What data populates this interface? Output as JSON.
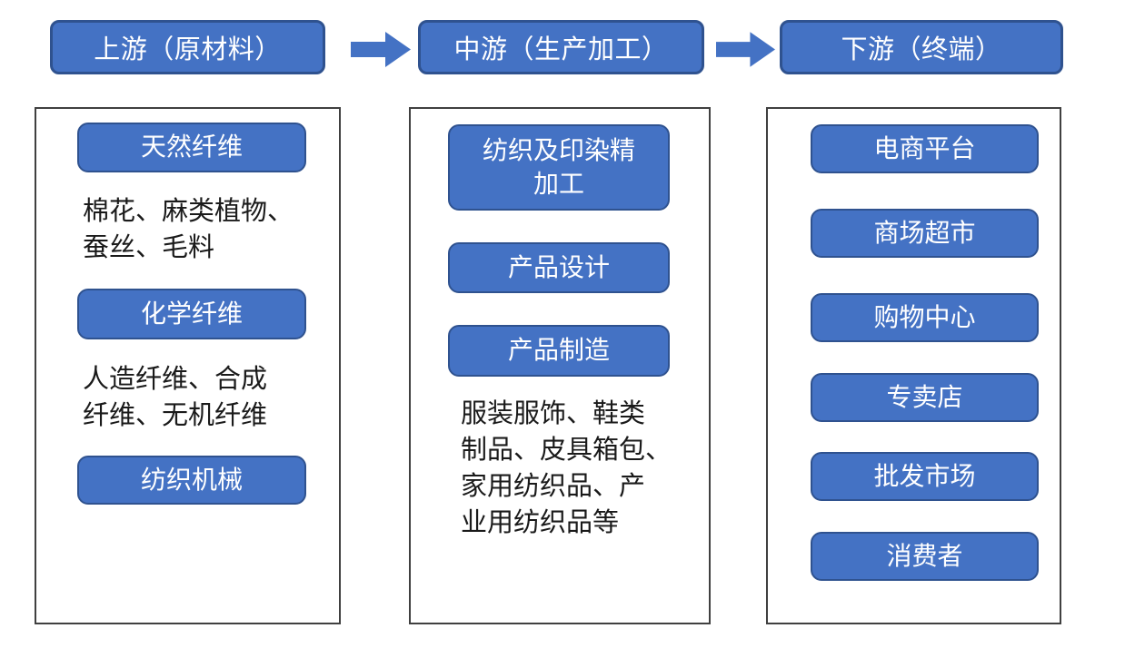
{
  "flow": {
    "stages": [
      {
        "header": "上游（原材料）",
        "nodes": {
          "natural_fibers": "天然纤维",
          "natural_fibers_desc": "棉花、麻类植物、\n蚕丝、毛料",
          "chemical_fibers": "化学纤维",
          "chemical_fibers_desc": "人造纤维、合成\n纤维、无机纤维",
          "textile_machinery": "纺织机械"
        }
      },
      {
        "header": "中游（生产加工）",
        "nodes": {
          "weaving_dyeing": "纺织及印染精\n加工",
          "product_design": "产品设计",
          "product_manufacturing": "产品制造",
          "product_manufacturing_desc": "服装服饰、鞋类\n制品、皮具箱包、\n家用纺织品、产\n业用纺织品等"
        }
      },
      {
        "header": "下游（终端）",
        "nodes": {
          "ecommerce_platform": "电商平台",
          "mall_supermarket": "商场超市",
          "shopping_center": "购物中心",
          "specialty_store": "专卖店",
          "wholesale_market": "批发市场",
          "consumer": "消费者"
        }
      }
    ],
    "colors": {
      "node_fill": "#4472C4",
      "node_border": "#2F528F",
      "panel_border": "#404040",
      "node_text": "#FFFFFF",
      "desc_text": "#1A1A1A",
      "arrow": "#4472C4"
    }
  }
}
